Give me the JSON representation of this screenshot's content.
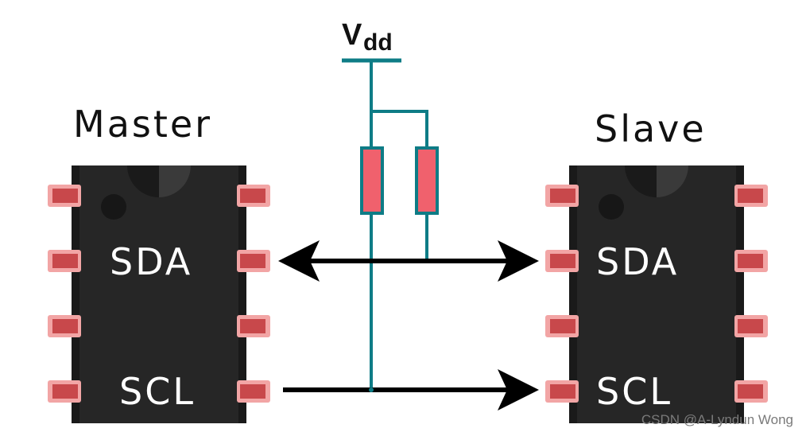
{
  "diagram": {
    "supply": {
      "main": "V",
      "sub": "dd"
    },
    "master": {
      "title": "Master",
      "pin_top": "SDA",
      "pin_bottom": "SCL"
    },
    "slave": {
      "title": "Slave",
      "pin_top": "SDA",
      "pin_bottom": "SCL"
    },
    "colors": {
      "chip_body": "#262626",
      "chip_shade": "#1a1a1a",
      "pin_red": "#c8484b",
      "pin_glow": "#f2a5a5",
      "bus_wire": "#0e7c86",
      "resistor_fill": "#f0616d",
      "arrow": "#000000"
    }
  },
  "watermark": "CSDN @A-Lyndun Wong"
}
